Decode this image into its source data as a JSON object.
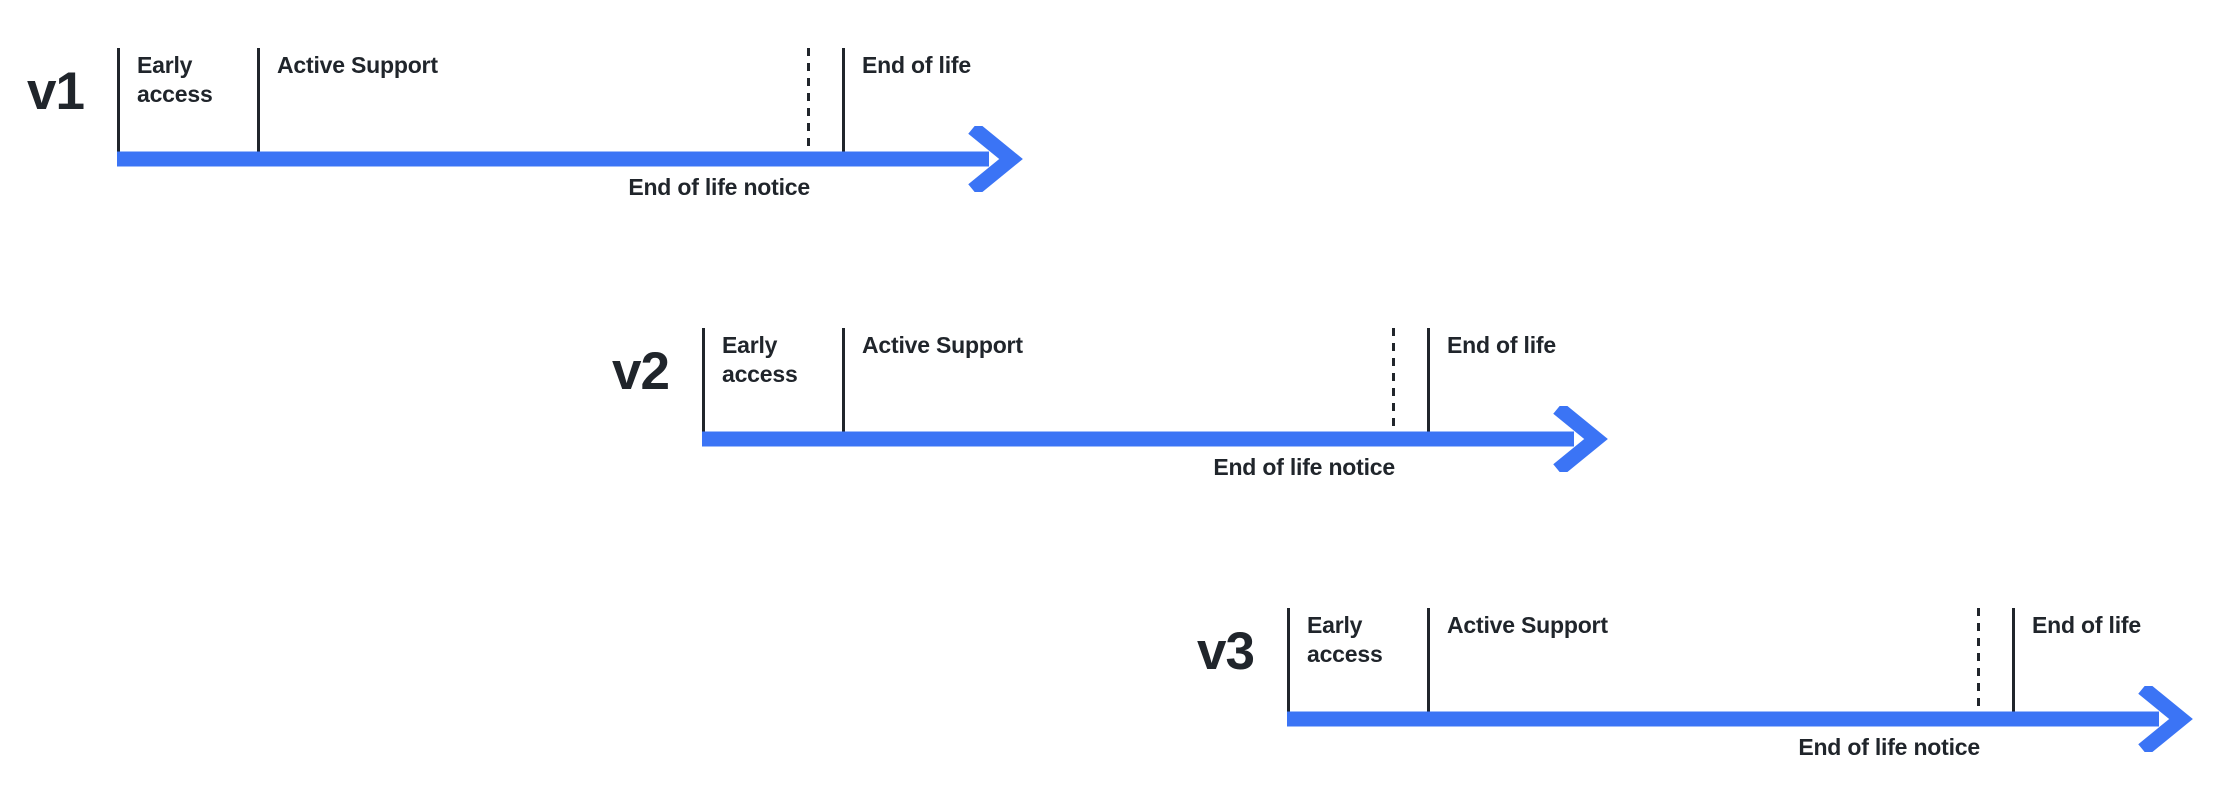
{
  "colors": {
    "arrow_blue": "#3b74f5",
    "ink": "#20252b"
  },
  "timelines": [
    {
      "version": "v1",
      "labels": {
        "early_access": "Early\naccess",
        "active_support": "Active Support",
        "end_of_life": "End of life",
        "end_of_life_notice": "End of life notice"
      }
    },
    {
      "version": "v2",
      "labels": {
        "early_access": "Early\naccess",
        "active_support": "Active Support",
        "end_of_life": "End of life",
        "end_of_life_notice": "End of life notice"
      }
    },
    {
      "version": "v3",
      "labels": {
        "early_access": "Early\naccess",
        "active_support": "Active Support",
        "end_of_life": "End of life",
        "end_of_life_notice": "End of life notice"
      }
    }
  ]
}
